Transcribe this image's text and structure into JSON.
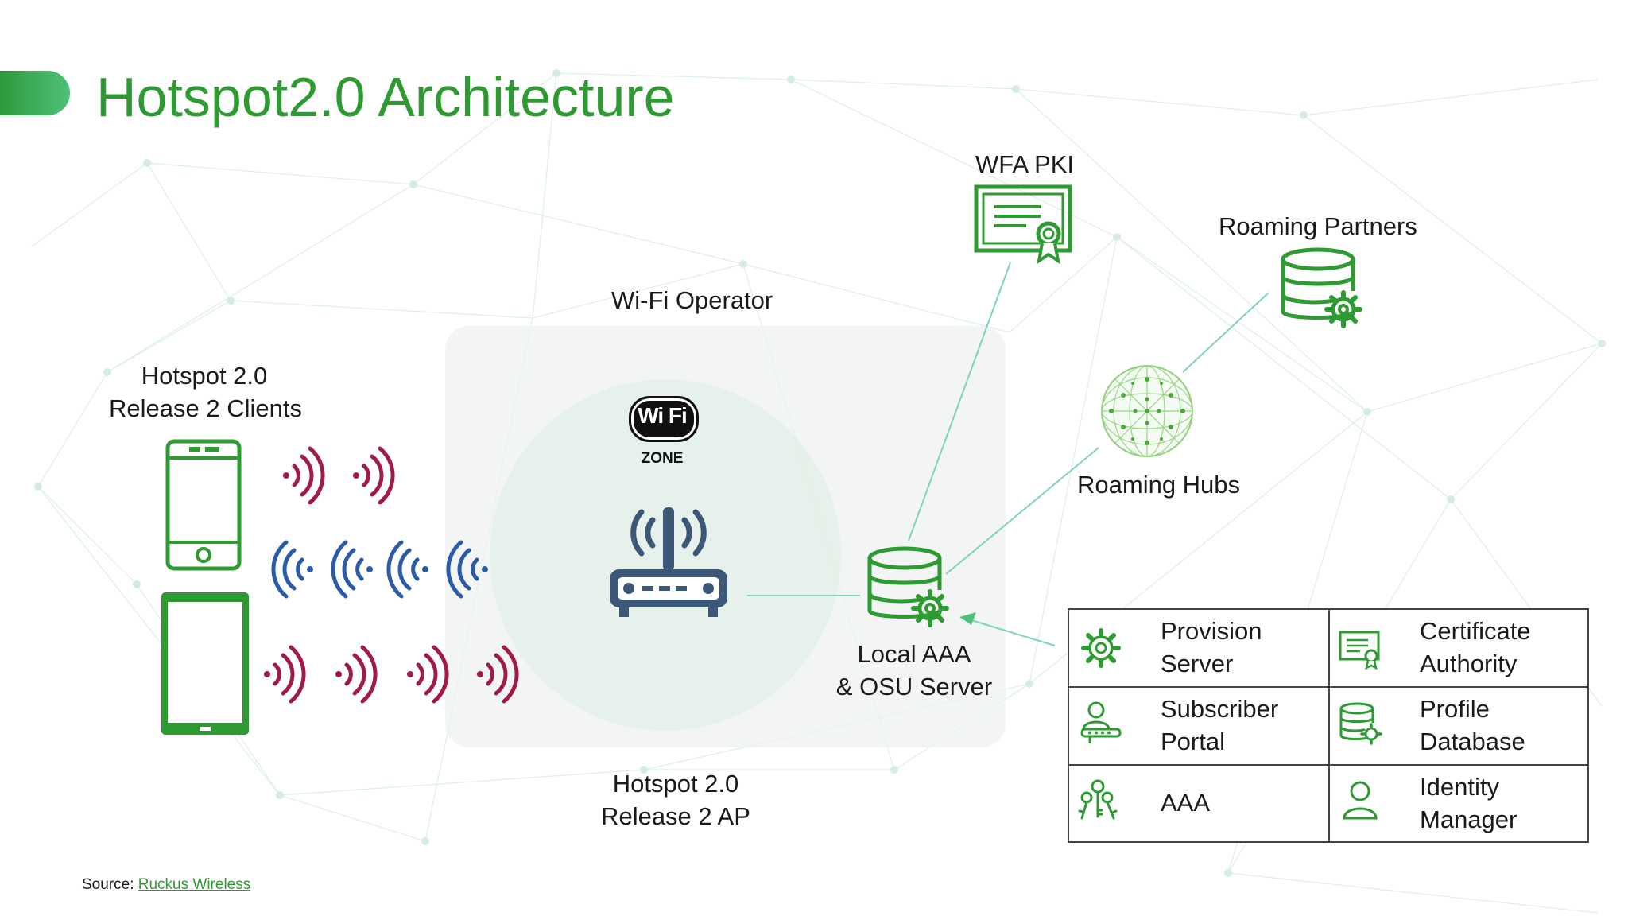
{
  "title": "Hotspot2.0 Architecture",
  "labels": {
    "clients_line1": "Hotspot 2.0",
    "clients_line2": "Release 2 Clients",
    "operator": "Wi-Fi Operator",
    "ap_line1": "Hotspot 2.0",
    "ap_line2": "Release 2 AP",
    "aaa_line1": "Local AAA",
    "aaa_line2": "& OSU Server",
    "pki": "WFA PKI",
    "partners": "Roaming Partners",
    "hubs": "Roaming Hubs"
  },
  "wifi_logo": {
    "top": "Wi Fi",
    "bottom": "ZONE"
  },
  "legend": [
    {
      "icon": "gear-icon",
      "line1": "Provision",
      "line2": "Server"
    },
    {
      "icon": "certificate-icon",
      "line1": "Certificate",
      "line2": "Authority"
    },
    {
      "icon": "user-key-icon",
      "line1": "Subscriber",
      "line2": "Portal"
    },
    {
      "icon": "database-gear-icon",
      "line1": "Profile",
      "line2": "Database"
    },
    {
      "icon": "keys-icon",
      "line1": "AAA",
      "line2": ""
    },
    {
      "icon": "person-icon",
      "line1": "Identity",
      "line2": "Manager"
    }
  ],
  "source": {
    "prefix": "Source: ",
    "link": "Ruckus Wireless"
  },
  "colors": {
    "green": "#2e9a32",
    "signal_red": "#a11a4a",
    "signal_blue": "#2a5aa8",
    "router": "#3b5878",
    "line": "#7fd3b8"
  }
}
